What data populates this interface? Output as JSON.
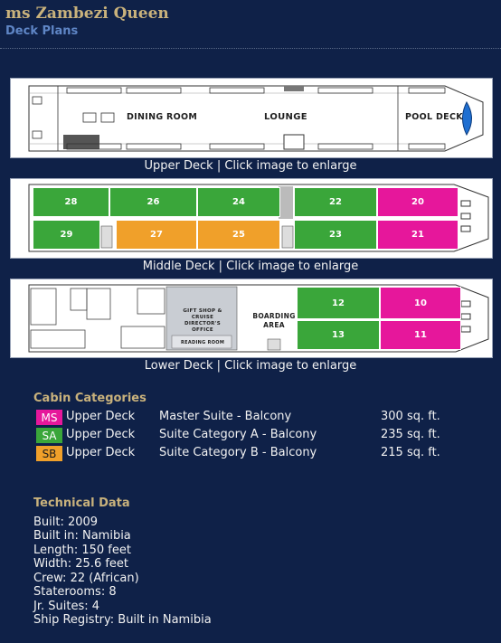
{
  "header": {
    "title": "ms Zambezi Queen",
    "subtitle": "Deck Plans"
  },
  "decks": {
    "upper": {
      "caption": "Upper Deck | Click image to enlarge",
      "labels": {
        "dining": "DINING ROOM",
        "lounge": "LOUNGE",
        "pool": "POOL DECK"
      }
    },
    "middle": {
      "caption": "Middle Deck | Click image to enlarge",
      "cabins": [
        "28",
        "26",
        "24",
        "22",
        "20",
        "29",
        "27",
        "25",
        "23",
        "21"
      ]
    },
    "lower": {
      "caption": "Lower Deck | Click image to enlarge",
      "labels": {
        "shop": "GIFT SHOP & CRUISE DIRECTOR'S OFFICE",
        "reading": "READING ROOM",
        "boarding": "BOARDING AREA"
      },
      "cabins": [
        "12",
        "10",
        "13",
        "11"
      ]
    }
  },
  "cabin_categories": {
    "heading": "Cabin Categories",
    "rows": [
      {
        "code": "MS",
        "deck": "Upper Deck",
        "description": "Master Suite - Balcony",
        "size": "300 sq. ft."
      },
      {
        "code": "SA",
        "deck": "Upper Deck",
        "description": "Suite Category A - Balcony",
        "size": "235 sq. ft."
      },
      {
        "code": "SB",
        "deck": "Upper Deck",
        "description": "Suite Category B - Balcony",
        "size": "215 sq. ft."
      }
    ]
  },
  "technical": {
    "heading": "Technical Data",
    "lines": [
      "Built: 2009",
      "Built in: Namibia",
      "Length: 150 feet",
      "Width: 25.6 feet",
      "Crew: 22 (African)",
      "Staterooms: 8",
      "Jr. Suites: 4",
      "Ship Registry: Built in Namibia"
    ]
  },
  "colors": {
    "background": "#0f2148",
    "heading_gold": "#c9b27c",
    "subtitle_blue": "#5f86c6",
    "cabin_green": "#3aa63a",
    "cabin_orange": "#f0a02a",
    "cabin_pink": "#e6179b",
    "pool_blue": "#1f6fd1"
  }
}
